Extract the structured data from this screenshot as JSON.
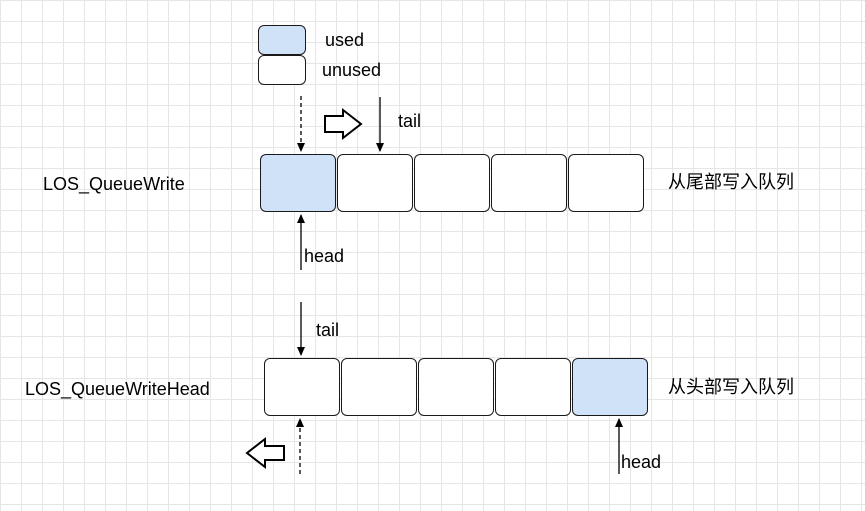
{
  "legend": {
    "used_label": "used",
    "unused_label": "unused",
    "used_color": "#cfe2f8",
    "unused_color": "#ffffff"
  },
  "queue_write": {
    "label": "LOS_QueueWrite",
    "description": "从尾部写入队列",
    "tail_label": "tail",
    "head_label": "head",
    "slots": [
      "used",
      "unused",
      "unused",
      "unused",
      "unused"
    ],
    "shift_arrow": "right"
  },
  "queue_write_head": {
    "label": "LOS_QueueWriteHead",
    "description": "从头部写入队列",
    "tail_label": "tail",
    "head_label": "head",
    "slots": [
      "unused",
      "unused",
      "unused",
      "unused",
      "used"
    ],
    "shift_arrow": "left"
  }
}
